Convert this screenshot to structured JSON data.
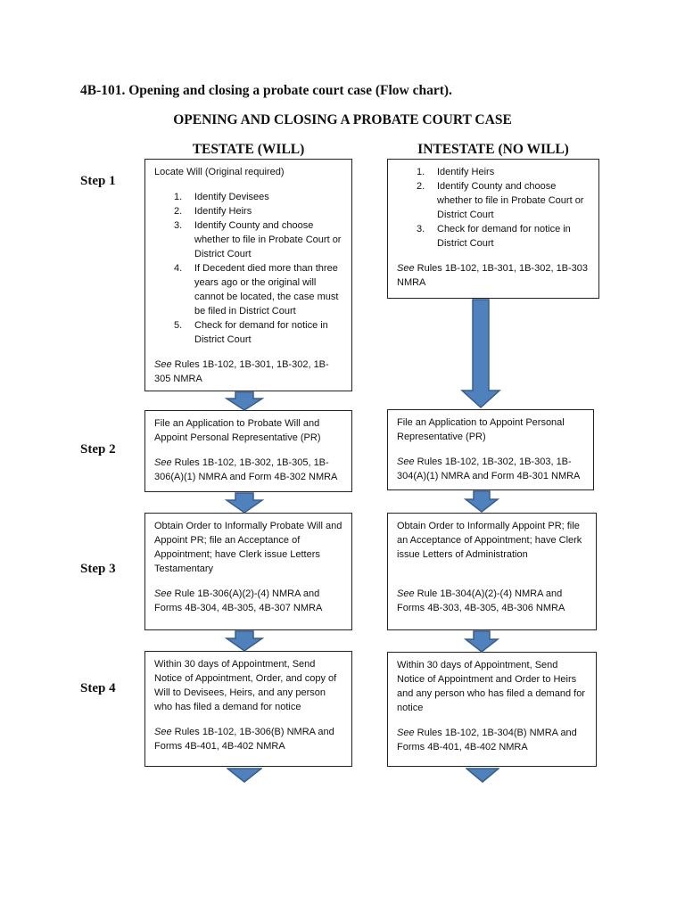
{
  "doc_title": "4B-101. Opening and closing a probate court case (Flow chart).",
  "chart_title": "OPENING AND CLOSING A PROBATE COURT CASE",
  "columns": {
    "testate": "TESTATE (WILL)",
    "intestate": "INTESTATE (NO WILL)"
  },
  "steps": [
    "Step 1",
    "Step 2",
    "Step 3",
    "Step 4"
  ],
  "see": "See",
  "testate": {
    "s1": {
      "intro": "Locate Will (Original required)",
      "items": [
        {
          "n": "1.",
          "t": "Identify Devisees"
        },
        {
          "n": "2.",
          "t": "Identify Heirs"
        },
        {
          "n": "3.",
          "t": "Identify County and choose whether to file in Probate Court or District Court"
        },
        {
          "n": "4.",
          "t": "If Decedent died more than three years ago or the original will cannot be located, the case must be filed in District Court"
        },
        {
          "n": "5.",
          "t": "Check for demand for notice in District Court"
        }
      ],
      "ref": " Rules 1B-102, 1B-301, 1B-302, 1B-305 NMRA"
    },
    "s2": {
      "text": "File an Application to Probate Will and Appoint Personal Representative (PR)",
      "ref": " Rules 1B-102, 1B-302, 1B-305, 1B-306(A)(1) NMRA and Form 4B-302 NMRA"
    },
    "s3": {
      "text": "Obtain Order to Informally Probate Will and Appoint PR; file an Acceptance of Appointment; have Clerk issue Letters Testamentary",
      "ref": " Rule 1B-306(A)(2)-(4) NMRA and Forms 4B-304, 4B-305, 4B-307 NMRA"
    },
    "s4": {
      "text": "Within 30 days of Appointment, Send Notice of Appointment, Order, and copy of Will to Devisees, Heirs, and any person who has filed a demand for notice",
      "ref": " Rules 1B-102, 1B-306(B) NMRA and Forms 4B-401, 4B-402 NMRA"
    }
  },
  "intestate": {
    "s1": {
      "items": [
        {
          "n": "1.",
          "t": "Identify Heirs"
        },
        {
          "n": "2.",
          "t": "Identify County and choose whether to file in Probate Court or District Court"
        },
        {
          "n": "3.",
          "t": "Check for demand for notice in District Court"
        }
      ],
      "ref": " Rules 1B-102, 1B-301, 1B-302, 1B-303 NMRA"
    },
    "s2": {
      "text": "File an Application to Appoint Personal Representative (PR)",
      "ref": " Rules 1B-102, 1B-302, 1B-303, 1B-304(A)(1) NMRA and Form 4B-301 NMRA"
    },
    "s3": {
      "text": "Obtain Order to Informally Appoint PR; file an Acceptance of Appointment; have Clerk issue Letters of Administration",
      "ref": " Rule 1B-304(A)(2)-(4) NMRA and Forms 4B-303, 4B-305, 4B-306 NMRA"
    },
    "s4": {
      "text": "Within 30 days of Appointment, Send Notice of Appointment and Order to Heirs and any person who has filed a demand for notice",
      "ref": " Rules 1B-102, 1B-304(B) NMRA and Forms 4B-401, 4B-402 NMRA"
    }
  },
  "colors": {
    "arrow_fill": "#4f81bd",
    "arrow_stroke": "#385d8a"
  }
}
